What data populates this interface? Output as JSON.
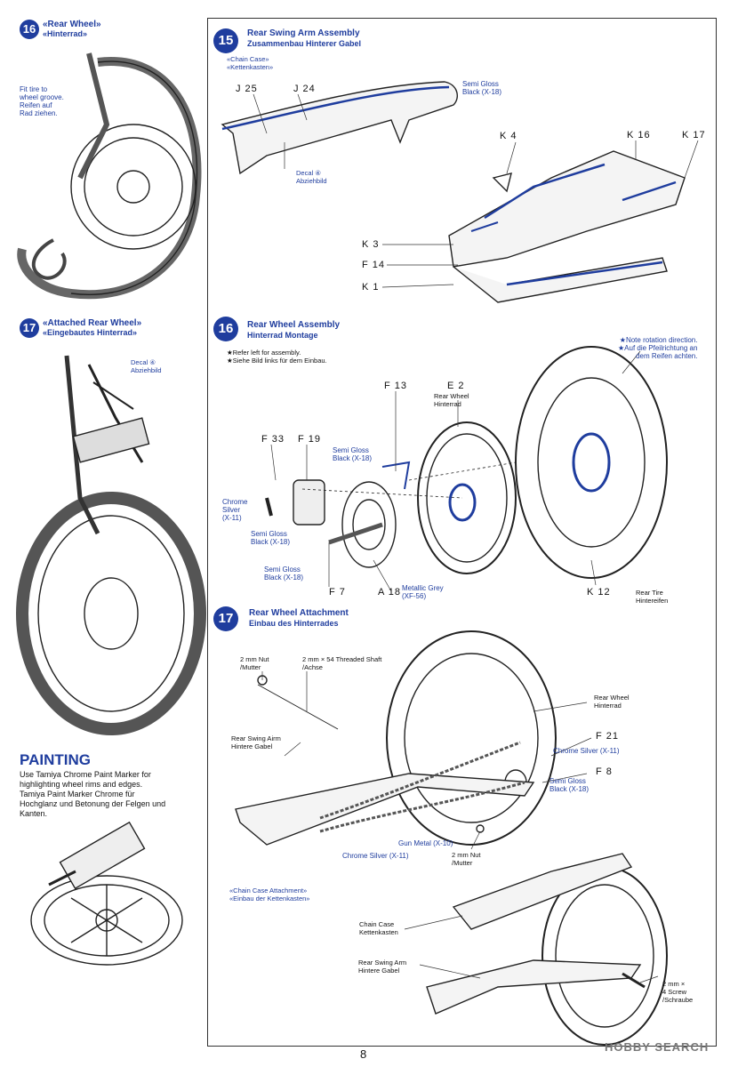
{
  "page_number": "8",
  "watermark": "HOBBY SEARCH",
  "left": {
    "step16": {
      "num": "16",
      "title_en": "«Rear Wheel»",
      "title_de": "«Hinterrad»",
      "note_en": [
        "Fit tire to",
        "wheel groove."
      ],
      "note_de": [
        "Reifen auf",
        "Rad ziehen."
      ]
    },
    "step17": {
      "num": "17",
      "title_en": "«Attached Rear Wheel»",
      "title_de": "«Eingebautes Hinterrad»",
      "decal": "Decal ④",
      "decal_de": "Abziehbild"
    },
    "painting": {
      "title": "PAINTING",
      "lines": [
        "Use Tamiya Chrome Paint Marker for",
        "highlighting wheel rims and edges.",
        "Tamiya Paint Marker Chrome für",
        "Hochglanz und Betonung der Felgen und",
        "Kanten."
      ]
    }
  },
  "step15": {
    "num": "15",
    "title_en": "Rear Swing Arm Assembly",
    "title_de": "Zusammenbau Hinterer Gabel",
    "sub_en": "«Chain Case»",
    "sub_de": "«Kettenkasten»",
    "parts": [
      "J 25",
      "J 24",
      "K 4",
      "K 16",
      "K 17",
      "K 3",
      "F 14",
      "K 1"
    ],
    "paint": [
      "Semi Gloss",
      "Black (X-18)"
    ],
    "decal": "Decal ④",
    "decal_de": "Abziehbild"
  },
  "step16": {
    "num": "16",
    "title_en": "Rear Wheel Assembly",
    "title_de": "Hinterrad Montage",
    "notes": [
      "★Refer left for assembly.",
      "★Siehe Bild links für dem Einbau."
    ],
    "rotation": [
      "★Note rotation direction.",
      "★Auf die Pfeilrichtung an",
      "dem Reifen achten."
    ],
    "parts": [
      "F 13",
      "E 2",
      "F 33",
      "F 19",
      "F 7",
      "A 18",
      "K 12"
    ],
    "rear_wheel": "Rear Wheel",
    "rear_wheel_de": "Hinterrad",
    "rear_tire": "Rear Tire",
    "rear_tire_de": "Hintereifen",
    "paints": {
      "sgb_top": [
        "Semi Gloss",
        "Black (X-18)"
      ],
      "chrome": [
        "Chrome",
        "Silver",
        "(X-11)"
      ],
      "sgb_mid": [
        "Semi Gloss",
        "Black (X-18)"
      ],
      "sgb_low": [
        "Semi Gloss",
        "Black (X-18)"
      ],
      "metallic": [
        "Metallic Grey",
        "(XF-56)"
      ]
    }
  },
  "step17": {
    "num": "17",
    "title_en": "Rear Wheel Attachment",
    "title_de": "Einbau des Hinterrades",
    "nut1": [
      "2 mm Nut",
      "/Mutter"
    ],
    "shaft": [
      "2 mm × 54 Threaded Shaft",
      "/Achse"
    ],
    "wheel": [
      "Rear Wheel",
      "Hinterrad"
    ],
    "swing": [
      "Rear Swing Airm",
      "Hintere Gabel"
    ],
    "f21": "F 21",
    "f8": "F 8",
    "chrome1": "Chrome Silver (X-11)",
    "sgb": [
      "Semi Gloss",
      "Black (X-18)"
    ],
    "gunmetal": "Gun Metal (X-10)",
    "chrome2": "Chrome Silver (X-11)",
    "nut2": [
      "2 mm Nut",
      "/Mutter"
    ],
    "chain_sub_en": "«Chain Case Attachment»",
    "chain_sub_de": "«Einbau der Kettenkasten»",
    "chain_case": [
      "Chain Case",
      "Kettenkasten"
    ],
    "swing2": [
      "Rear Swing Arm",
      "Hintere Gabel"
    ],
    "screw": [
      "2 mm ×",
      "4 Screw",
      "/Schraube"
    ]
  }
}
